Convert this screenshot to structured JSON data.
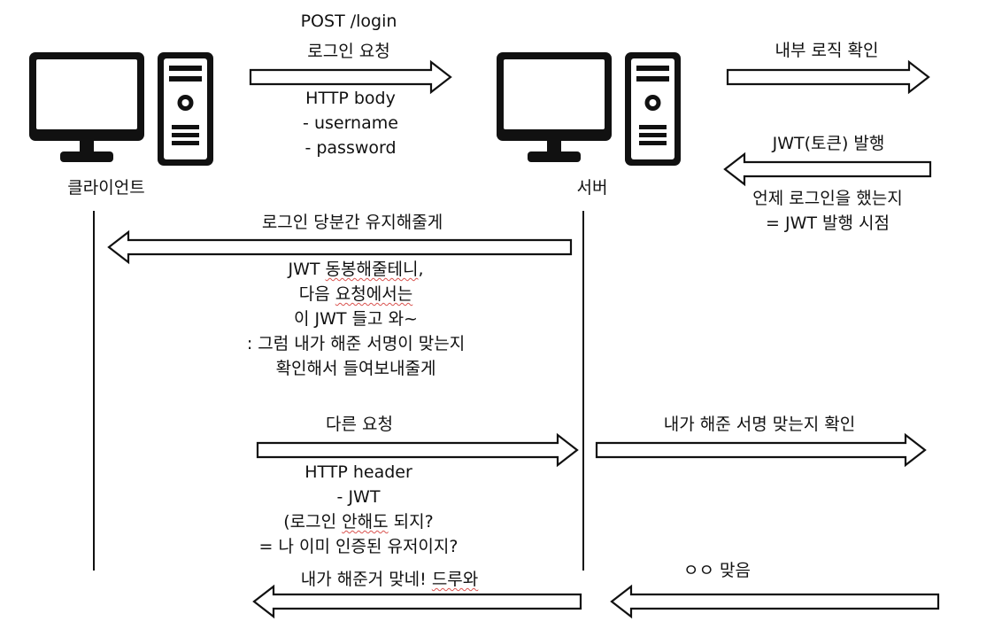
{
  "nodes": {
    "client": "클라이언트",
    "server": "서버"
  },
  "messages": {
    "login_request": {
      "title_lines": [
        "POST /login",
        "로그인 요청"
      ],
      "body_lines": [
        "HTTP body",
        "- username",
        "- password"
      ]
    },
    "internal_check": "내부 로직 확인",
    "jwt_issue": {
      "title": "JWT(토큰) 발행",
      "note_lines": [
        "언제 로그인을 했는지",
        "= JWT 발행 시점"
      ]
    },
    "keep_login": {
      "title": "로그인 당분간 유지해줄게",
      "line_1": {
        "a": "JWT ",
        "b": "동봉해줄테니",
        "c": ","
      },
      "line_2": {
        "a": "다음 ",
        "b": "요청에서는",
        "c": ""
      },
      "line_3": "이 JWT 들고 와~",
      "line_4": ": 그럼 내가 해준 서명이 맞는지",
      "line_5": "확인해서 들여보내줄게"
    },
    "other_request": {
      "title": "다른 요청",
      "line_1": "HTTP header",
      "line_2": "- JWT",
      "line_3": {
        "a": "(로그인 ",
        "b": "안해도",
        "c": " 되지?"
      },
      "line_4": "= 나 이미 인증된 유저이지?"
    },
    "verify_signature": "내가 해준 서명 맞는지 확인",
    "ok": "ㅇㅇ 맞음",
    "response": {
      "a": "내가 해준거 맞네! ",
      "b": "드루와"
    }
  }
}
